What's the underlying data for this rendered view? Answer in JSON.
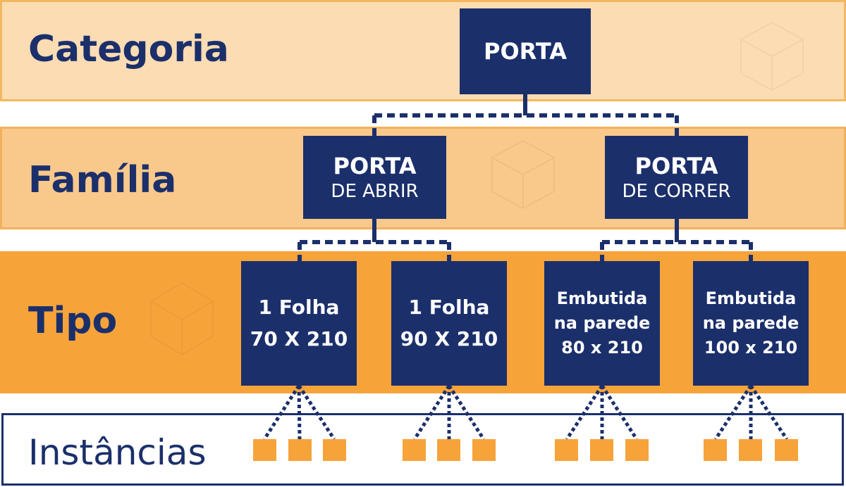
{
  "bands": {
    "categoria": "Categoria",
    "familia": "Família",
    "tipo": "Tipo",
    "instancias": "Instâncias"
  },
  "nodes": {
    "porta": "PORTA",
    "porta_abrir": {
      "line1": "PORTA",
      "line2": "DE ABRIR"
    },
    "porta_correr": {
      "line1": "PORTA",
      "line2": "DE CORRER"
    },
    "tipos": [
      {
        "line1": "1 Folha",
        "line2": "70 X 210"
      },
      {
        "line1": "1 Folha",
        "line2": "90 X 210"
      },
      {
        "line1": "Embutida",
        "line2": "na parede",
        "line3": "80 x 210"
      },
      {
        "line1": "Embutida",
        "line2": "na parede",
        "line3": "100 x 210"
      }
    ]
  },
  "instances_per_type": 3,
  "colors": {
    "navy": "#1b2f6b",
    "orange": "#f6a33a",
    "light_orange": "#fbdcb3",
    "mid_orange": "#f9c88b"
  }
}
